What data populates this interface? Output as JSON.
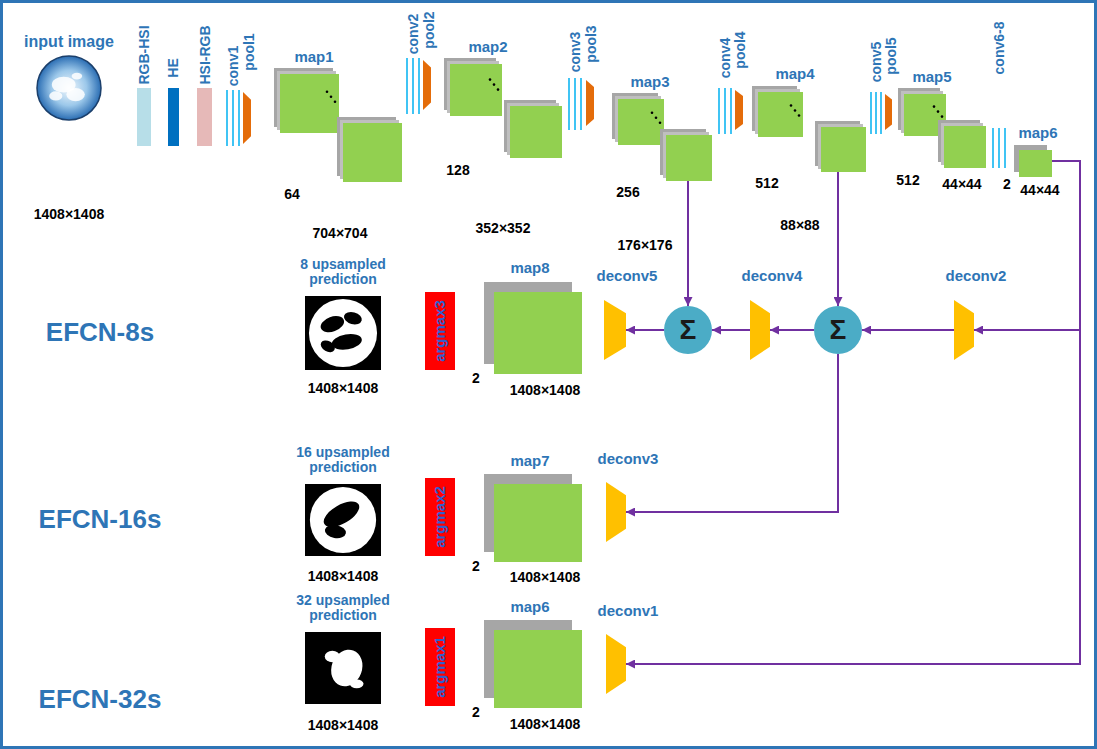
{
  "diagram": {
    "nodes": [
      {
        "text": [
          "input image",
          "1408×1408"
        ]
      },
      {
        "text": [
          "RGB-HSI"
        ]
      },
      {
        "text": [
          "HE"
        ]
      },
      {
        "text": [
          "HSI-RGB"
        ]
      },
      {
        "text": [
          "conv1"
        ]
      },
      {
        "text": [
          "pool1"
        ]
      },
      {
        "text": [
          "map1",
          "64",
          "704×704"
        ]
      },
      {
        "text": [
          "conv2"
        ]
      },
      {
        "text": [
          "pool2"
        ]
      },
      {
        "text": [
          "map2",
          "128",
          "352×352"
        ]
      },
      {
        "text": [
          "conv3"
        ]
      },
      {
        "text": [
          "pool3"
        ]
      },
      {
        "text": [
          "map3",
          "256",
          "176×176"
        ]
      },
      {
        "text": [
          "conv4"
        ]
      },
      {
        "text": [
          "pool4"
        ]
      },
      {
        "text": [
          "map4",
          "512",
          "88×88"
        ]
      },
      {
        "text": [
          "conv5"
        ]
      },
      {
        "text": [
          "pool5"
        ]
      },
      {
        "text": [
          "map5",
          "512",
          "44×44"
        ]
      },
      {
        "text": [
          "conv6-8"
        ]
      },
      {
        "text": [
          "map6",
          "2",
          "44×44"
        ]
      },
      {
        "text": [
          "8 upsampled prediction",
          "1408×1408"
        ]
      },
      {
        "text": [
          "argmax3"
        ]
      },
      {
        "text": [
          "map8",
          "2",
          "1408×1408"
        ]
      },
      {
        "text": [
          "deconv5"
        ]
      },
      {
        "text": [
          "Σ"
        ]
      },
      {
        "text": [
          "deconv4"
        ]
      },
      {
        "text": [
          "Σ"
        ]
      },
      {
        "text": [
          "deconv2"
        ]
      },
      {
        "text": [
          "16 upsampled prediction",
          "1408×1408"
        ]
      },
      {
        "text": [
          "argmax2"
        ]
      },
      {
        "text": [
          "map7",
          "2",
          "1408×1408"
        ]
      },
      {
        "text": [
          "deconv3"
        ]
      },
      {
        "text": [
          "32 upsampled prediction",
          "1408×1408"
        ]
      },
      {
        "text": [
          "argmax1"
        ]
      },
      {
        "text": [
          "map6",
          "2",
          "1408×1408"
        ]
      },
      {
        "text": [
          "deconv1"
        ]
      }
    ],
    "edges": [
      {
        "from": 12,
        "to": 25,
        "arrow": "to"
      },
      {
        "from": 15,
        "to": 27,
        "arrow": "to"
      },
      {
        "from": 20,
        "to": 28,
        "arrow": "to"
      },
      {
        "from": 28,
        "to": 27,
        "arrow": "to"
      },
      {
        "from": 27,
        "to": 26,
        "arrow": "to"
      },
      {
        "from": 26,
        "to": 25,
        "arrow": "to"
      },
      {
        "from": 25,
        "to": 24,
        "arrow": "to"
      },
      {
        "from": 27,
        "to": 32,
        "arrow": "to"
      },
      {
        "from": 20,
        "to": 36,
        "arrow": "to"
      }
    ],
    "labels": [
      "EFCN-8s",
      "EFCN-16s",
      "EFCN-32s"
    ]
  }
}
